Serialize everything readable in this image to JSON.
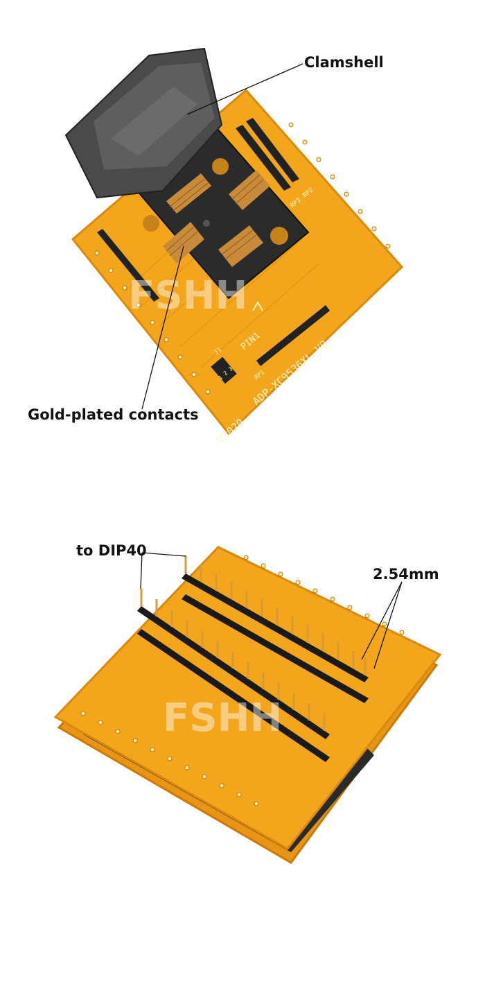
{
  "top_photo": {
    "callouts": {
      "clamshell": "Clamshell",
      "contacts": "Gold-plated contacts"
    },
    "board_silkscreen": {
      "model": "ADP-XC9536XL-VQ",
      "version": "V2020",
      "pin1": "PIN1",
      "rp1": "RP1",
      "rp2": "RP2",
      "rp3": "RP3",
      "j1": "J1",
      "jumper_pins": "1 2 3"
    },
    "watermark": "FSHH"
  },
  "bottom_photo": {
    "callouts": {
      "dip": "to DIP40",
      "pitch": "2.54mm"
    },
    "watermark": "FSHH"
  },
  "colors": {
    "pcb": "#f3a51c",
    "pcb_edge": "#d98a0c",
    "socket": "#2b2b2b",
    "gold": "#c98a3a",
    "header": "#1a1a1a"
  }
}
